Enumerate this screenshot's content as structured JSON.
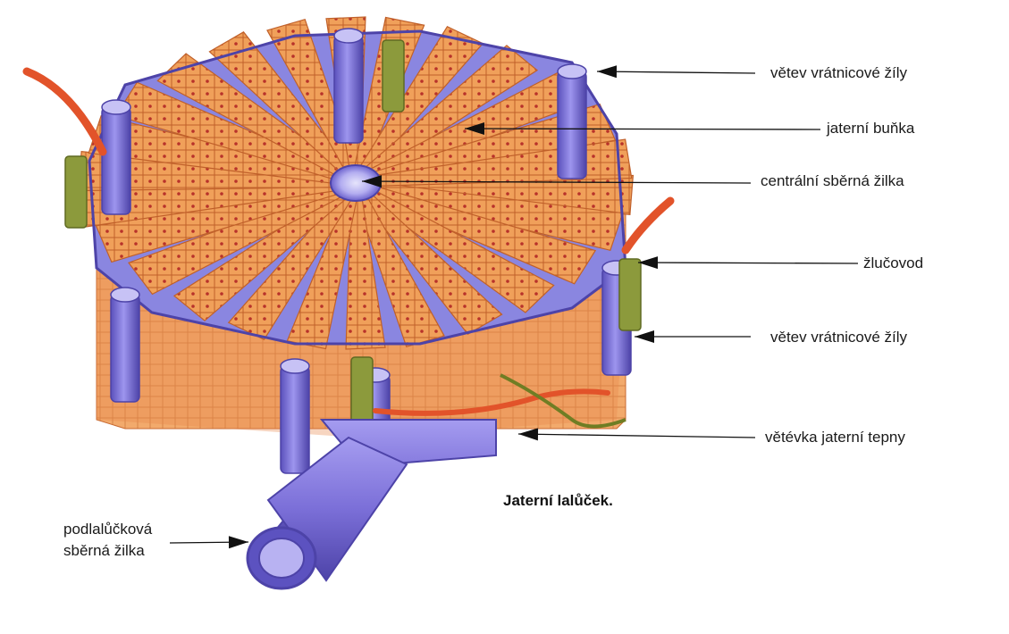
{
  "caption": "Jaterní lalůček.",
  "labels": {
    "portal_vein_branch_top": "větev vrátnicové žíly",
    "hepatocyte": "jaterní buňka",
    "central_vein": "centrální sběrná žilka",
    "bile_duct": "žlučovod",
    "portal_vein_branch_lower": "větev vrátnicové žíly",
    "hepatic_artery_branch": "větévka jaterní tepny",
    "sublobular_vein_line1": "podlalůčková",
    "sublobular_vein_line2": "sběrná žilka"
  },
  "colors": {
    "hepatocyte": "#f0a05a",
    "hepatocyte_border": "#c0602a",
    "sinusoid": "#8a86e0",
    "vein": "#7b6fd8",
    "vein_dark": "#4d43a8",
    "artery": "#e2532a",
    "bile_duct": "#8c9a3c",
    "nucleus": "#b8322a"
  }
}
